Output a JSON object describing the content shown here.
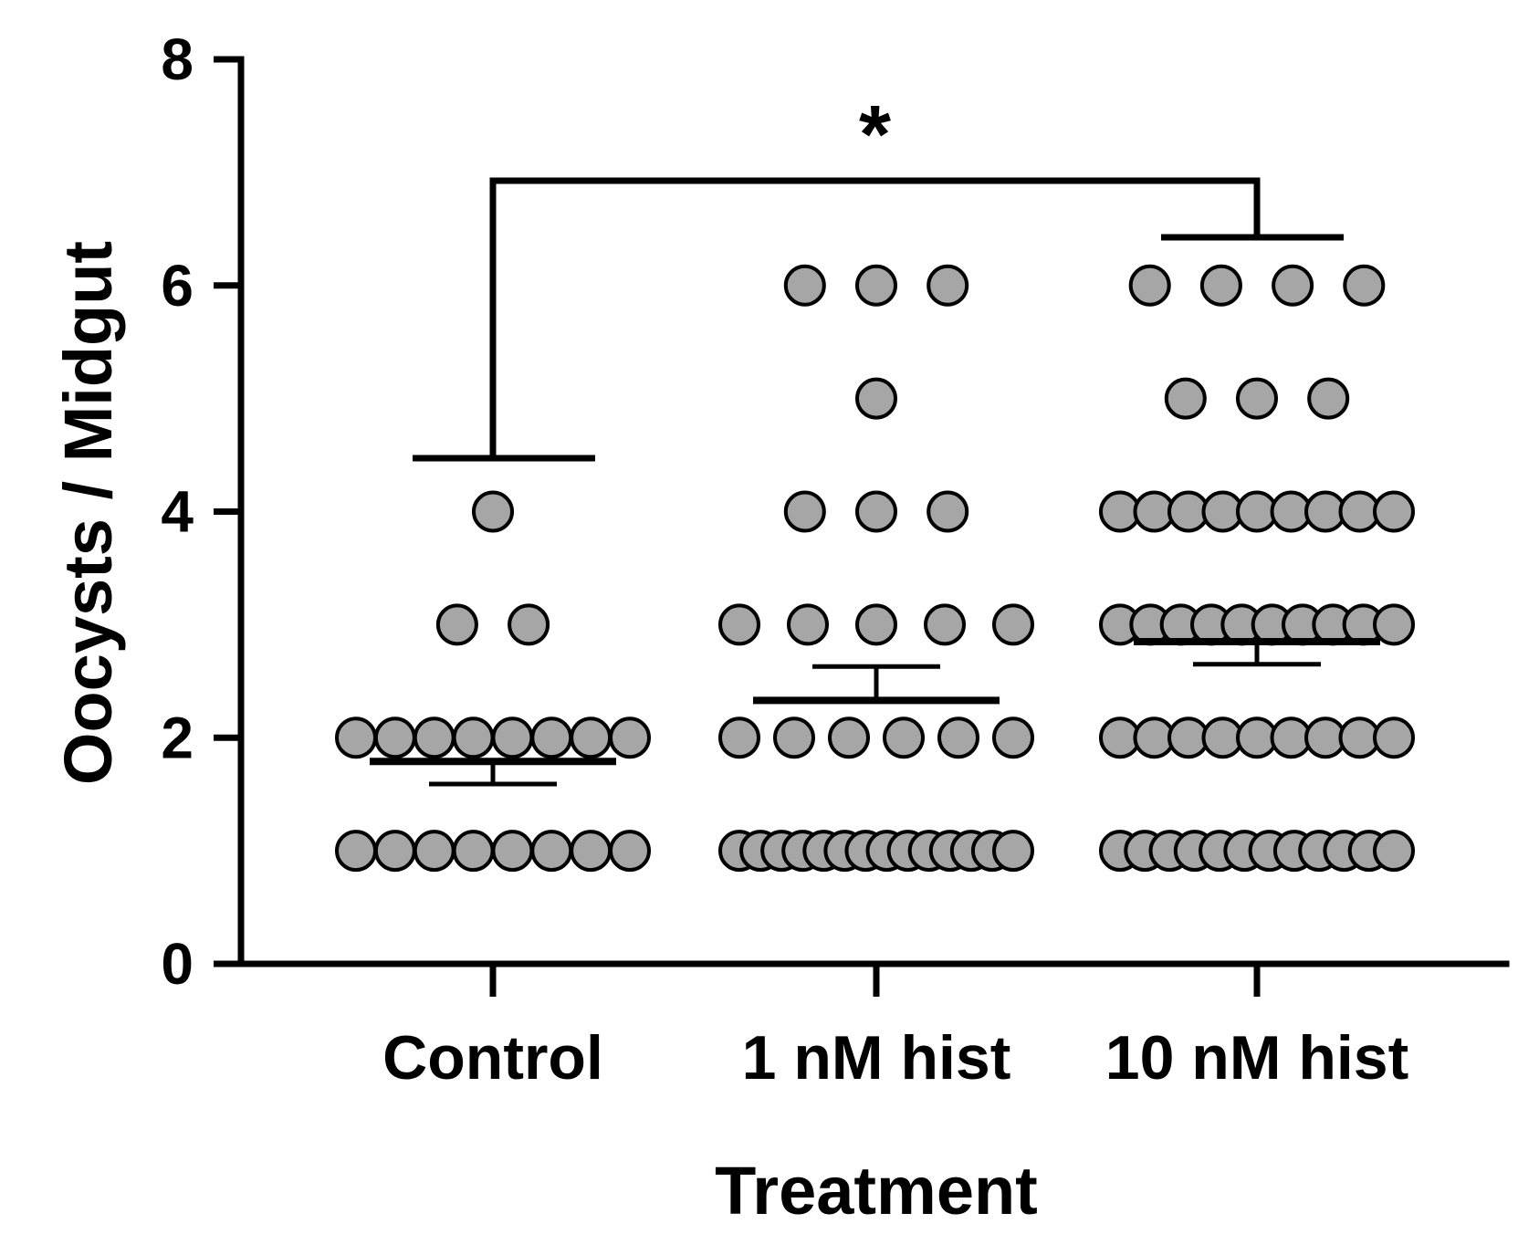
{
  "chart_data": {
    "type": "scatter",
    "subtype": "column-scatter-mean-sem",
    "title": "",
    "xlabel": "Treatment",
    "ylabel": "Oocysts / Midgut",
    "ylim": [
      0,
      8
    ],
    "yticks": [
      "0",
      "2",
      "4",
      "6",
      "8"
    ],
    "grid": false,
    "categories": [
      "Control",
      "1 nM hist",
      "10 nM hist"
    ],
    "point_color": "#a6a6a6",
    "point_edge_color": "#000000",
    "line_color": "#000000",
    "groups": [
      {
        "category": "Control",
        "values": [
          1,
          1,
          1,
          1,
          1,
          1,
          1,
          1,
          2,
          2,
          2,
          2,
          2,
          2,
          2,
          2,
          3,
          3,
          4
        ],
        "mean": 1.79,
        "sem": 0.2
      },
      {
        "category": "1 nM hist",
        "values": [
          1,
          1,
          1,
          1,
          1,
          1,
          1,
          1,
          1,
          1,
          1,
          1,
          1,
          1,
          2,
          2,
          2,
          2,
          2,
          2,
          3,
          3,
          3,
          3,
          3,
          4,
          4,
          4,
          5,
          6,
          6,
          6
        ],
        "mean": 2.33,
        "sem": 0.3
      },
      {
        "category": "10 nM hist",
        "values": [
          1,
          1,
          1,
          1,
          1,
          1,
          1,
          1,
          1,
          1,
          1,
          1,
          2,
          2,
          2,
          2,
          2,
          2,
          2,
          2,
          2,
          3,
          3,
          3,
          3,
          3,
          3,
          3,
          3,
          3,
          3,
          4,
          4,
          4,
          4,
          4,
          4,
          4,
          4,
          4,
          5,
          5,
          5,
          6,
          6,
          6,
          6
        ],
        "mean": 2.85,
        "sem": 0.2
      }
    ],
    "annotations": [
      {
        "type": "significance-bracket",
        "from": "Control",
        "to": "10 nM hist",
        "label": "*"
      }
    ]
  }
}
